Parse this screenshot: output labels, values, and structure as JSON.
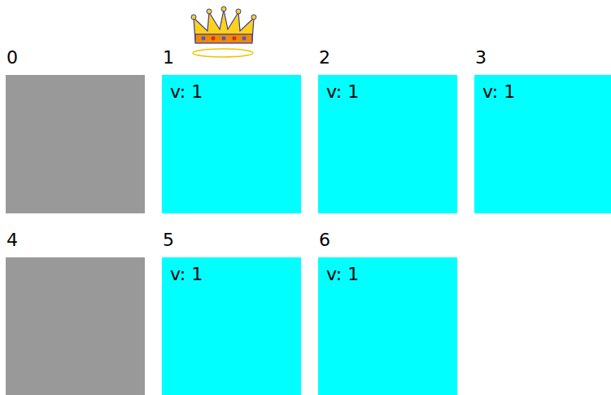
{
  "diagram": {
    "nodes": [
      {
        "text": [
          "0"
        ]
      },
      {
        "text": [
          "1",
          "v: 1"
        ]
      },
      {
        "text": [
          "2",
          "v: 1"
        ]
      },
      {
        "text": [
          "3",
          "v: 1"
        ]
      },
      {
        "text": [
          "4"
        ]
      },
      {
        "text": [
          "5",
          "v: 1"
        ]
      },
      {
        "text": [
          "6",
          "v: 1"
        ]
      }
    ]
  }
}
